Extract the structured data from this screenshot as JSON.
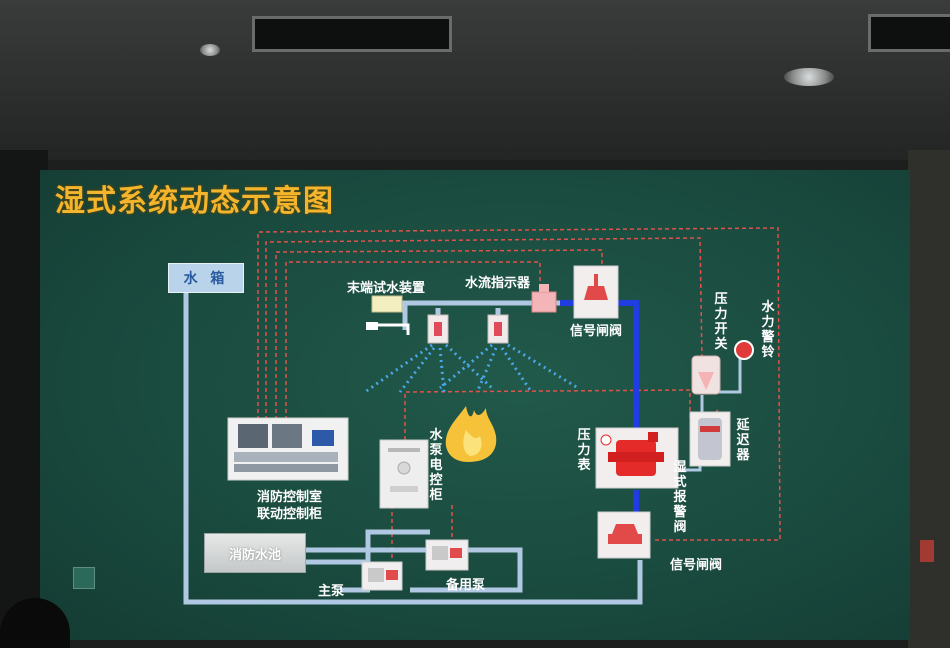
{
  "title": "湿式系统动态示意图",
  "labels": {
    "water_tank": "水 箱",
    "end_test_device": "末端试水装置",
    "water_flow_indicator": "水流指示器",
    "signal_valve_top": "信号闸阀",
    "pressure_switch": "压力开关",
    "water_gong": "水力警铃",
    "retard_chamber": "延迟器",
    "pressure_gauge": "压力表",
    "wet_alarm_valve": "湿式报警阀",
    "signal_valve_bottom": "信号闸阀",
    "control_room_line1": "消防控制室",
    "control_room_line2": "联动控制柜",
    "pump_cabinet": "水泵电控柜",
    "fire_pool": "消防水池",
    "main_pump": "主泵",
    "standby_pump": "备用泵"
  },
  "colors": {
    "screen_bg": "#1b4c40",
    "title": "#f4b42c",
    "pipe_water": "#b0c8e2",
    "pipe_pressurized": "#1f3de0",
    "signal_line": "#e0524a",
    "spray": "#4aa8e8",
    "fire": "#f5c23a"
  },
  "icons": [
    "sprinkler-icon",
    "fire-icon",
    "gate-valve-icon",
    "alarm-valve-icon",
    "pump-icon",
    "bell-icon",
    "switch-icon"
  ]
}
